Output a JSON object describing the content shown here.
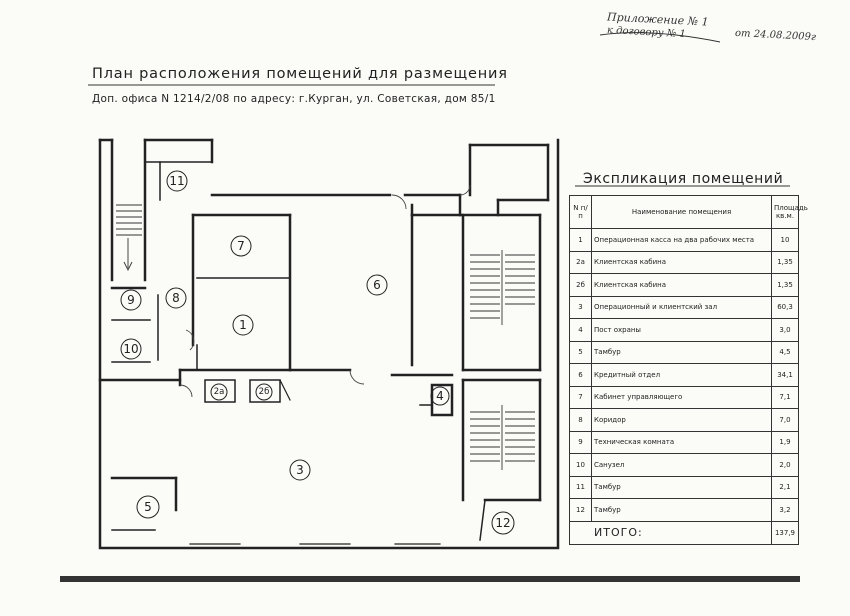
{
  "appendix": {
    "line1": "Приложение № 1",
    "line2": "к договору № 1",
    "date": "от 24.08.2009г"
  },
  "plan": {
    "title": "План расположения помещений для размещения",
    "subtitle": "Доп. офиса N 1214/2/08 по адресу: г.Курган, ул. Советская, дом 85/1",
    "room_labels": [
      "1",
      "2а",
      "2б",
      "3",
      "4",
      "5",
      "6",
      "7",
      "8",
      "9",
      "10",
      "11",
      "12"
    ]
  },
  "explication": {
    "title": "Экспликация помещений",
    "headers": {
      "num": "N п/п",
      "name": "Наименование помещения",
      "area": "Площадь кв.м."
    },
    "rows": [
      {
        "num": "1",
        "name": "Операционная касса на два рабочих места",
        "area": "10"
      },
      {
        "num": "2а",
        "name": "Клиентская кабина",
        "area": "1,35"
      },
      {
        "num": "2б",
        "name": "Клиентская кабина",
        "area": "1,35"
      },
      {
        "num": "3",
        "name": "Операционный и клиентский зал",
        "area": "60,3"
      },
      {
        "num": "4",
        "name": "Пост охраны",
        "area": "3,0"
      },
      {
        "num": "5",
        "name": "Тамбур",
        "area": "4,5"
      },
      {
        "num": "6",
        "name": "Кредитный отдел",
        "area": "34,1"
      },
      {
        "num": "7",
        "name": "Кабинет управляющего",
        "area": "7,1"
      },
      {
        "num": "8",
        "name": "Коридор",
        "area": "7,0"
      },
      {
        "num": "9",
        "name": "Техническая комната",
        "area": "1,9"
      },
      {
        "num": "10",
        "name": "Санузел",
        "area": "2,0"
      },
      {
        "num": "11",
        "name": "Тамбур",
        "area": "2,1"
      },
      {
        "num": "12",
        "name": "Тамбур",
        "area": "3,2"
      }
    ],
    "total_label": "ИТОГО:",
    "total_value": "137,9"
  }
}
